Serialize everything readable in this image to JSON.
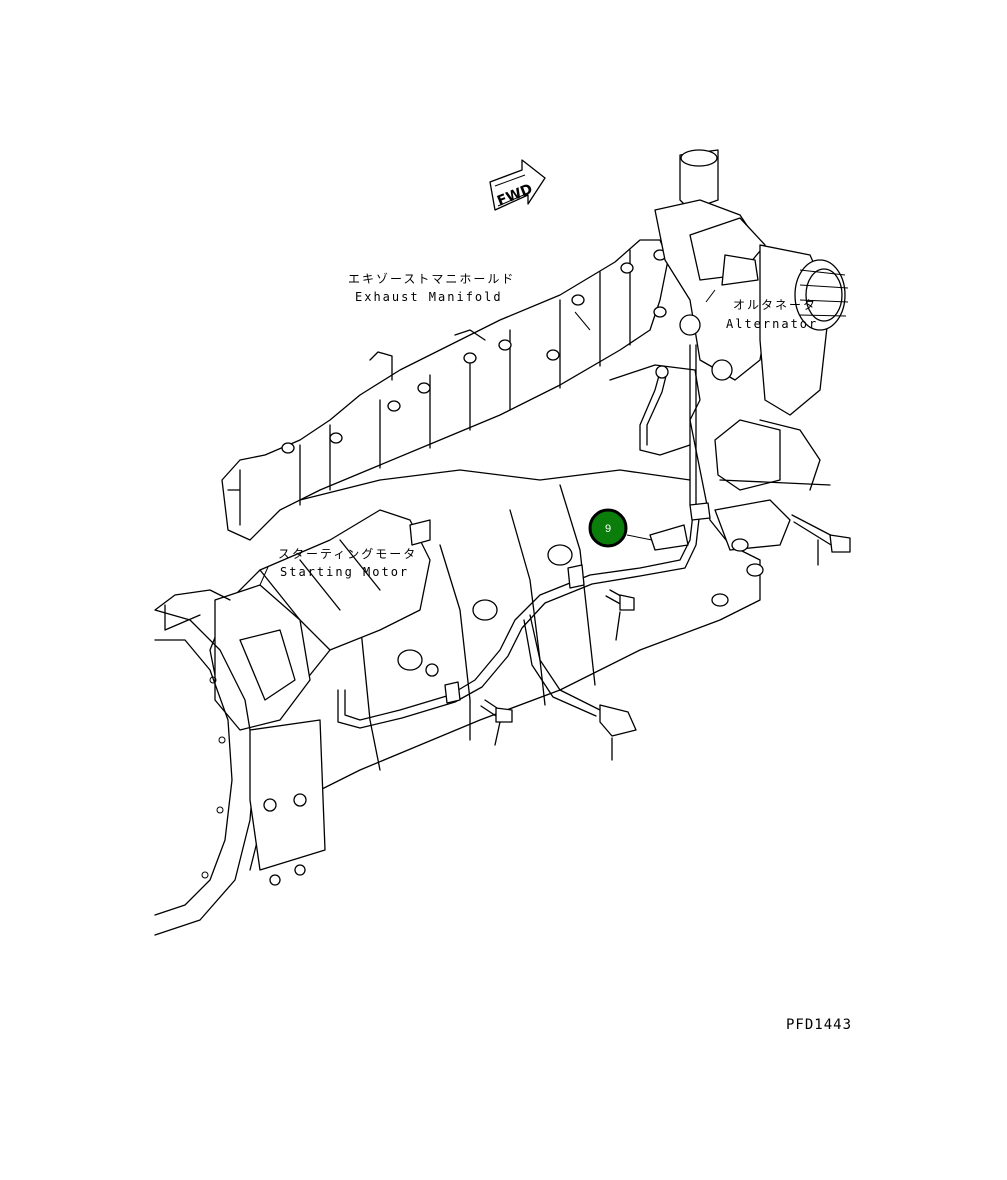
{
  "diagram": {
    "fwd_label": "FWD",
    "labels": {
      "exhaust_manifold_jp": "エキゾーストマニホールド",
      "exhaust_manifold_en": "Exhaust Manifold",
      "alternator_jp": "オルタネータ",
      "alternator_en": "Alternator",
      "starting_motor_jp": "スターティングモータ",
      "starting_motor_en": "Starting Motor"
    },
    "callout": {
      "number": "9",
      "color": "#0a7d0a"
    },
    "figure_code": "PFD1443"
  }
}
